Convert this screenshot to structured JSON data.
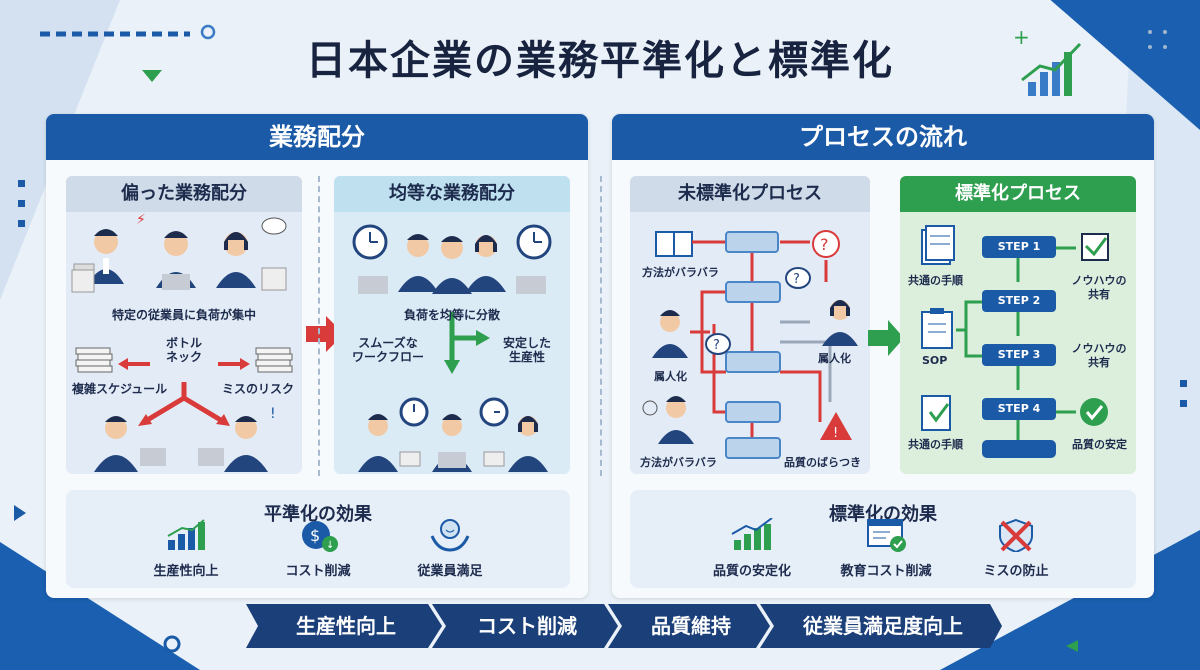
{
  "title": "日本企業の業務平準化と標準化",
  "left_panel": {
    "header": "業務配分",
    "uneven": {
      "title": "偏った業務配分",
      "caption": "特定の従業員に負荷が集中",
      "bottleneck": "ボトル\nネック",
      "complex_schedule": "複雑スケジュール",
      "mistake_risk": "ミスのリスク"
    },
    "even": {
      "title": "均等な業務配分",
      "caption": "負荷を均等に分散",
      "smooth_workflow": "スムーズな\nワークフロー",
      "stable_productivity": "安定した\n生産性"
    },
    "effects": {
      "title": "平準化の効果",
      "items": [
        {
          "label": "生産性向上",
          "icon": "bar-chart-icon"
        },
        {
          "label": "コスト削減",
          "icon": "dollar-coin-icon"
        },
        {
          "label": "従業員満足",
          "icon": "hands-smile-icon"
        }
      ]
    }
  },
  "right_panel": {
    "header": "プロセスの流れ",
    "unstandardized": {
      "title": "未標準化プロセス",
      "method_varies_top": "方法がバラバラ",
      "person_dependent_left": "属人化",
      "person_dependent_right": "属人化",
      "method_varies_bottom": "方法がバラバラ",
      "quality_variation": "品質のばらつき"
    },
    "standardized": {
      "title": "標準化プロセス",
      "steps": [
        "STEP 1",
        "STEP 2",
        "STEP 3",
        "STEP 4"
      ],
      "common_procedure_top": "共通の手順",
      "sop": "SOP",
      "common_procedure_bottom": "共通の手順",
      "knowhow_share_1": "ノウハウの\n共有",
      "knowhow_share_2": "ノウハウの\n共有",
      "quality_stable": "品質の安定"
    },
    "effects": {
      "title": "標準化の効果",
      "items": [
        {
          "label": "品質の安定化",
          "icon": "growth-chart-icon"
        },
        {
          "label": "教育コスト削減",
          "icon": "checked-window-icon"
        },
        {
          "label": "ミスの防止",
          "icon": "no-mistake-icon"
        }
      ]
    }
  },
  "ribbon": [
    "生産性向上",
    "コスト削減",
    "品質維持",
    "従業員満足度向上"
  ],
  "colors": {
    "primary": "#1b5aa6",
    "navy": "#1b3f78",
    "green": "#2e9e4f",
    "red": "#d93a3a",
    "light_blue": "#cfe3f3",
    "light_green": "#d6eed9"
  }
}
